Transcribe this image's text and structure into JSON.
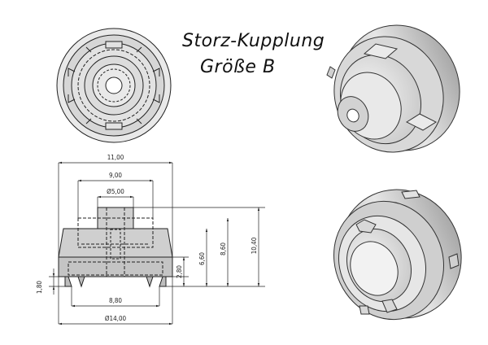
{
  "title": {
    "line1": "Storz-Kupplung",
    "line2": "Größe B"
  },
  "dimensions": {
    "overall_width": "11,00",
    "inner_width": "9,00",
    "bore_diameter": "Ø5,00",
    "height_top": "6,60",
    "height_mid": "8,60",
    "total_height": "10,40",
    "step_height": "2,80",
    "lug_height": "1,80",
    "lug_span": "8,80",
    "base_diameter": "Ø14,00"
  }
}
